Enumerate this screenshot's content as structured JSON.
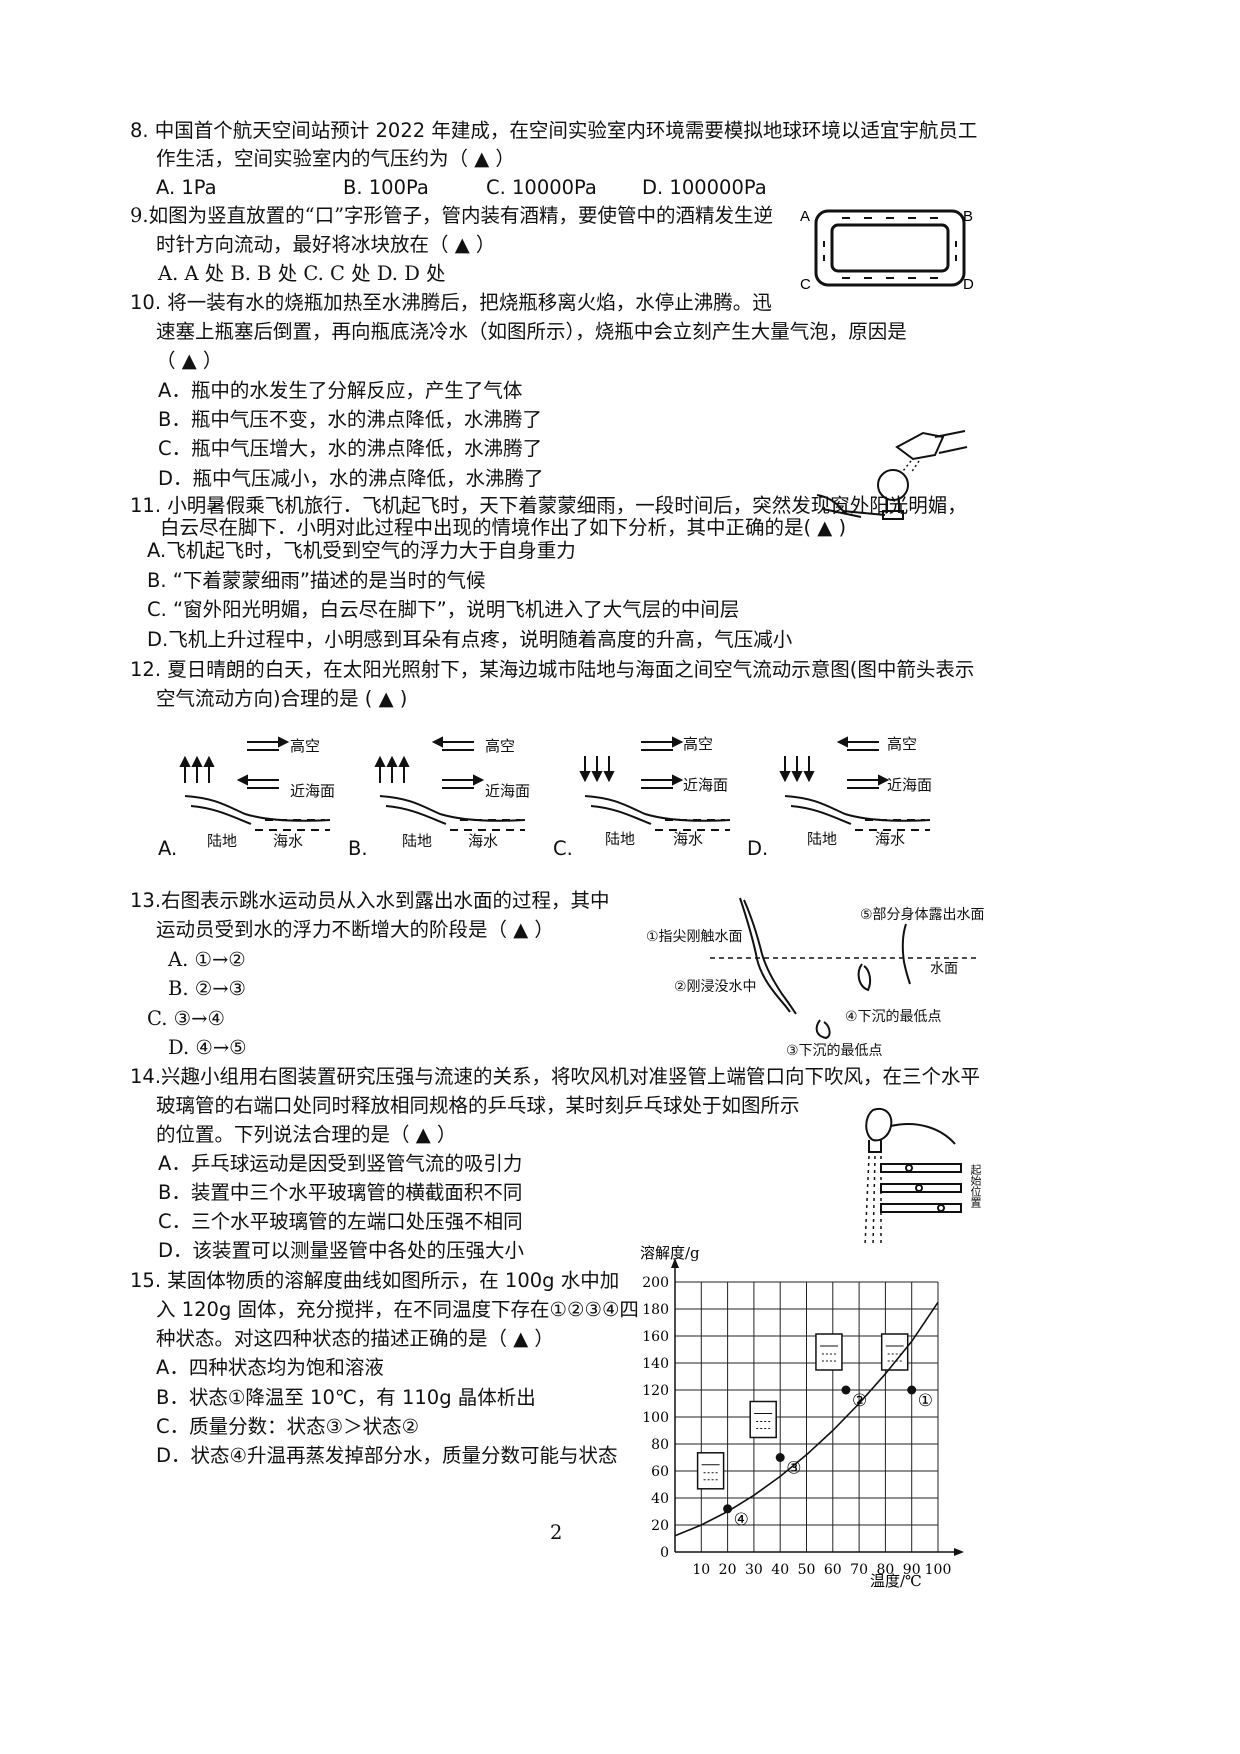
{
  "q8": {
    "line1": "8.  中国首个航天空间站预计 2022 年建成，在空间实验室内环境需要模拟地球环境以适宜宇航员工",
    "line2": "作生活，空间实验室内的气压约为（    ▲    ）",
    "optA": "A.  1Pa",
    "optB": "B.  100Pa",
    "optC": "C.  10000Pa",
    "optD": "D.  100000Pa"
  },
  "q9": {
    "line1": "9.如图为竖直放置的“口”字形管子，管内装有酒精，要使管中的酒精发生逆",
    "line2": "时针方向流动，最好将冰块放在（    ▲    ）",
    "options": "A.  A 处    B.  B 处    C.  C 处       D.  D 处",
    "fig_labels": {
      "a": "A",
      "b": "B",
      "c": "C",
      "d": "D"
    }
  },
  "q10": {
    "line1": "10.   将一装有水的烧瓶加热至水沸腾后，把烧瓶移离火焰，水停止沸腾。迅",
    "line2": "速塞上瓶塞后倒置，再向瓶底浇冷水（如图所示），烧瓶中会立刻产生大量气泡，原因是",
    "line3": "（ ▲ ）",
    "optA": "A．瓶中的水发生了分解反应，产生了气体",
    "optB": "B．瓶中气压不变，水的沸点降低，水沸腾了",
    "optC": "C．瓶中气压增大，水的沸点降低，水沸腾了",
    "optD": "D．瓶中气压减小，水的沸点降低，水沸腾了"
  },
  "q11": {
    "line1": "11.  小明暑假乘飞机旅行．飞机起飞时，天下着蒙蒙细雨，一段时间后，突然发现窗外阳光明媚，",
    "line2": "白云尽在脚下．小明对此过程中出现的情境作出了如下分析，其中正确的是( ▲ )",
    "optA": "A.飞机起飞时，飞机受到空气的浮力大于自身重力",
    "optB": "B. “下着蒙蒙细雨”描述的是当时的气候",
    "optC": "C. “窗外阳光明媚，白云尽在脚下”，说明飞机进入了大气层的中间层",
    "optD": "D.飞机上升过程中，小明感到耳朵有点疼，说明随着高度的升高，气压减小"
  },
  "q12": {
    "line1": "12.  夏日晴朗的白天，在太阳光照射下，某海边城市陆地与海面之间空气流动示意图(图中箭头表示",
    "line2": "空气流动方向)合理的是 (   ▲   )",
    "panels": [
      {
        "letter": "A.",
        "top": "高空",
        "mid": "近海面",
        "land": "陆地",
        "sea": "海水"
      },
      {
        "letter": "B.",
        "top": "高空",
        "mid": "近海面",
        "land": "陆地",
        "sea": "海水"
      },
      {
        "letter": "C.",
        "top": "高空",
        "mid": "近海面",
        "land": "陆地",
        "sea": "海水"
      },
      {
        "letter": "D.",
        "top": "高空",
        "mid": "近海面",
        "land": "陆地",
        "sea": "海水"
      }
    ]
  },
  "q13": {
    "line1": "13.右图表示跳水运动员从入水到露出水面的过程，其中",
    "line2": "运动员受到水的浮力不断增大的阶段是（     ▲      ）",
    "optA": "A.   ①→②",
    "optB": "B.   ②→③",
    "optC": "C.   ③→④",
    "optD": "D.   ④→⑤",
    "fig": {
      "s1": "①指尖刚触水面",
      "s2": "②刚浸没水中",
      "s3": "③下沉的最低点",
      "s4": "④下沉的最低点",
      "s5": "⑤部分身体露出水面",
      "water": "水面"
    }
  },
  "q14": {
    "line1": "14.兴趣小组用右图装置研究压强与流速的关系，将吹风机对准竖管上端管口向下吹风，在三个水平",
    "line2": "玻璃管的右端口处同时释放相同规格的乒乓球，某时刻乒乓球处于如图所示",
    "line3": "的位置。下列说法合理的是（ ▲ ）",
    "optA": "A．乒乓球运动是因受到竖管气流的吸引力",
    "optB": "B．装置中三个水平玻璃管的横截面积不同",
    "optC": "C．三个水平玻璃管的左端口处压强不相同",
    "optD": "D．该装置可以测量竖管中各处的压强大小",
    "fig_label": "起始位置"
  },
  "q15": {
    "line1": "15. 某固体物质的溶解度曲线如图所示，在 100g 水中加",
    "line2": "入 120g 固体，充分搅拌，在不同温度下存在①②③④四",
    "line3": "种状态。对这四种状态的描述正确的是（    ▲    ）",
    "optA": "A．四种状态均为饱和溶液",
    "optB": "B．状态①降温至 10℃，有 110g 晶体析出",
    "optC": "C．质量分数：状态③＞状态②",
    "optD": "D．状态④升温再蒸发掉部分水，质量分数可能与状态"
  },
  "chart_data": {
    "type": "line",
    "ylabel": "溶解度/g",
    "xlabel": "温度/℃",
    "xlim": [
      0,
      100
    ],
    "ylim": [
      0,
      200
    ],
    "xticks": [
      "10",
      "20",
      "30",
      "40",
      "50",
      "60",
      "70",
      "80",
      "90",
      "100"
    ],
    "yticks": [
      "0",
      "20",
      "40",
      "60",
      "80",
      "100",
      "120",
      "140",
      "160",
      "180",
      "200"
    ],
    "series": [
      {
        "x": [
          0,
          10,
          20,
          30,
          40,
          50,
          60,
          70,
          80,
          90,
          100
        ],
        "y": [
          12,
          20,
          30,
          42,
          56,
          72,
          90,
          110,
          132,
          156,
          185
        ]
      }
    ],
    "points": [
      {
        "label": "①",
        "x": 90,
        "y": 120
      },
      {
        "label": "②",
        "x": 65,
        "y": 120
      },
      {
        "label": "③",
        "x": 40,
        "y": 70
      },
      {
        "label": "④",
        "x": 20,
        "y": 32
      }
    ]
  },
  "page_number": "2"
}
